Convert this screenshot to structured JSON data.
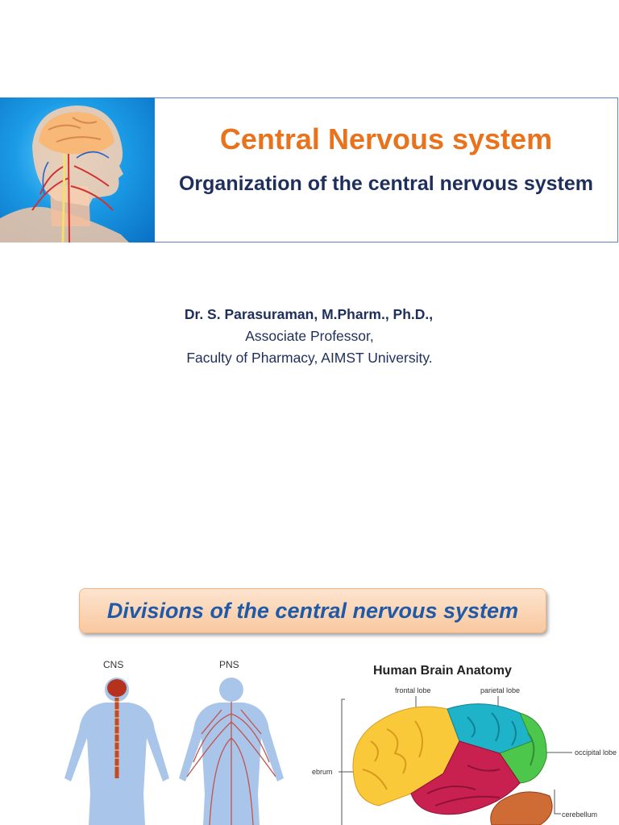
{
  "slide1": {
    "title": "Central Nervous system",
    "subtitle": "Organization of the central nervous system",
    "author": {
      "name": "Dr. S. Parasuraman, M.Pharm., Ph.D.,",
      "position": "Associate Professor,",
      "affiliation": "Faculty of Pharmacy,  AIMST University."
    }
  },
  "slide2": {
    "heading": "Divisions of the central nervous system",
    "figure_left": {
      "cns_label": "CNS",
      "pns_label": "PNS"
    },
    "figure_right": {
      "title": "Human Brain Anatomy",
      "labels": {
        "frontal": "frontal lobe",
        "parietal": "parietal lobe",
        "occipital": "occipital lobe",
        "cerebrum": "ebrum",
        "cerebellum": "cerebellum"
      }
    }
  }
}
